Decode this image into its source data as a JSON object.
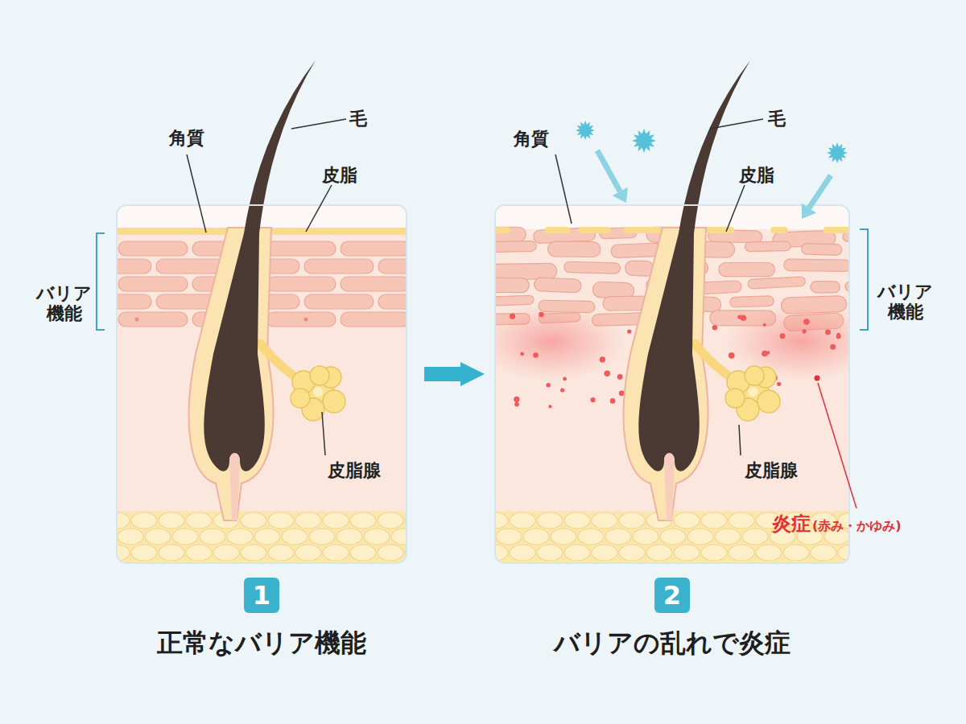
{
  "diagram": {
    "nodes": [
      {
        "text": [
          "1",
          "正常なバリア機能"
        ]
      },
      {
        "text": [
          "2",
          "バリアの乱れで炎症"
        ]
      }
    ],
    "edges": [
      {
        "from": 0,
        "to": 1,
        "arrow": "to"
      }
    ],
    "labels": [
      "角質",
      "毛",
      "皮脂",
      "バリア機能",
      "皮脂腺",
      "角質",
      "毛",
      "皮脂",
      "バリア機能",
      "皮脂腺",
      "炎症",
      "(赤み・かゆみ)"
    ]
  }
}
